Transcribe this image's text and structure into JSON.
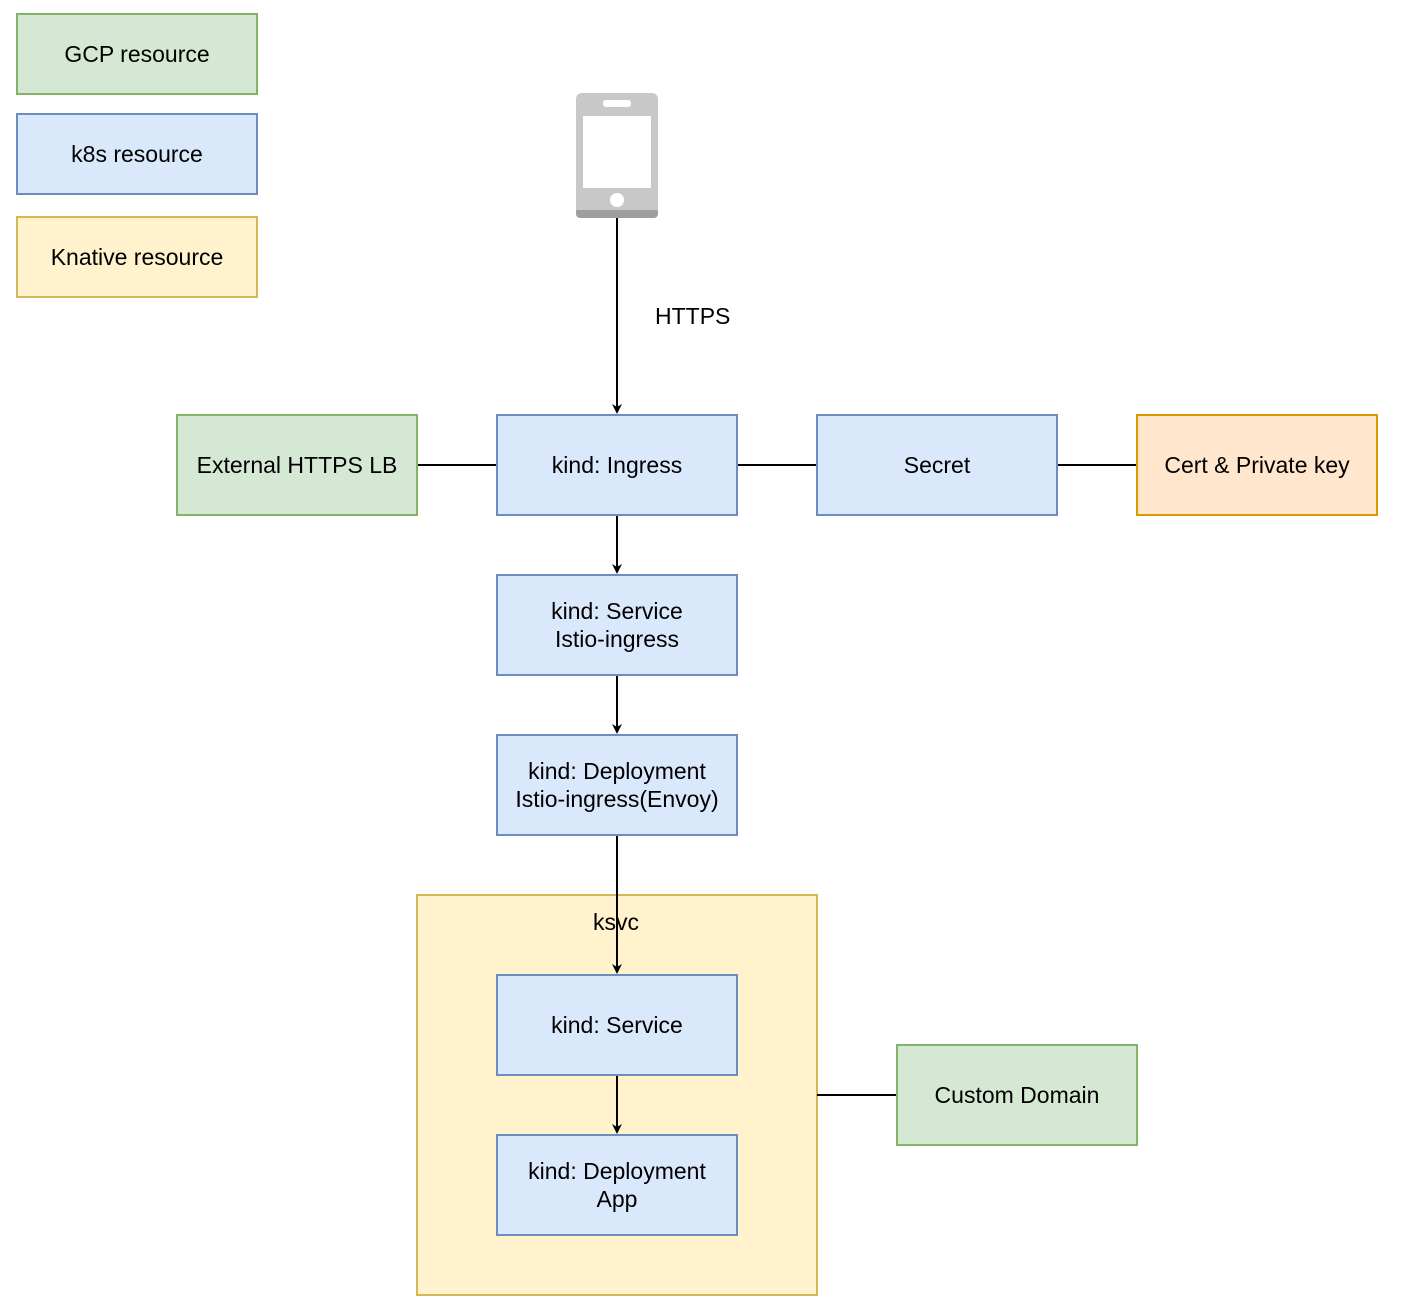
{
  "legend": {
    "gcp": "GCP resource",
    "k8s": "k8s resource",
    "knative": "Knative resource"
  },
  "client": {
    "icon": "mobile-phone-icon",
    "edge_label": "HTTPS"
  },
  "nodes": {
    "external_lb": "External HTTPS LB",
    "ingress": "kind: Ingress",
    "secret": "Secret",
    "cert": "Cert & Private key",
    "istio_service": "kind: Service\nIstio-ingress",
    "istio_deployment": "kind: Deployment\nIstio-ingress(Envoy)",
    "ksvc_label": "ksvc",
    "service": "kind: Service",
    "app_deployment": "kind: Deployment\nApp",
    "custom_domain": "Custom Domain"
  },
  "colors": {
    "gcp_fill": "#d5e8d4",
    "gcp_stroke": "#82b366",
    "k8s_fill": "#dae8fc",
    "k8s_stroke": "#6c8ebf",
    "knative_fill": "#fff2cc",
    "knative_stroke": "#d6b656",
    "cert_fill": "#ffe6cc",
    "cert_stroke": "#d79b00"
  }
}
